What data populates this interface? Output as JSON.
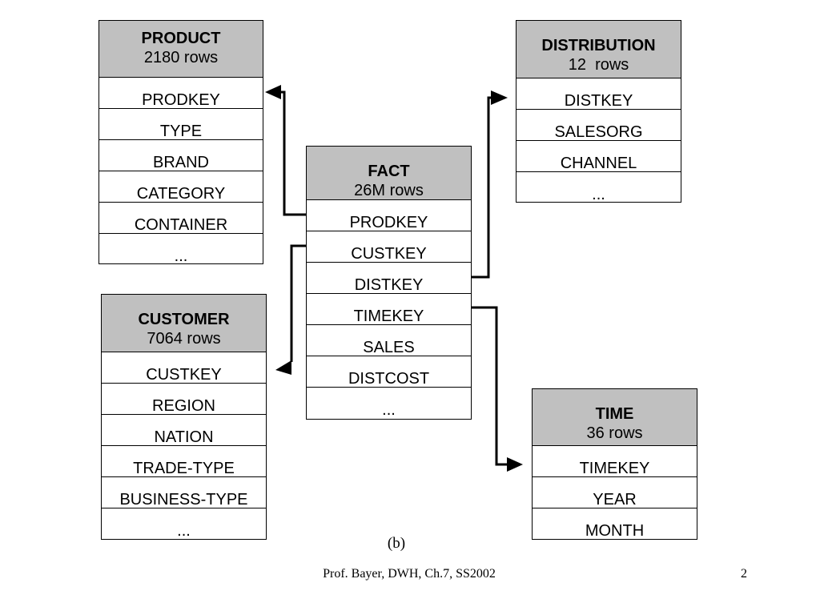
{
  "tables": {
    "product": {
      "name": "PRODUCT",
      "count": "2180 rows",
      "fields": [
        "PRODKEY",
        "TYPE",
        "BRAND",
        "CATEGORY",
        "CONTAINER",
        "..."
      ]
    },
    "customer": {
      "name": "CUSTOMER",
      "count": "7064 rows",
      "fields": [
        "CUSTKEY",
        "REGION",
        "NATION",
        "TRADE-TYPE",
        "BUSINESS-TYPE",
        "..."
      ]
    },
    "fact": {
      "name": "FACT",
      "count": "26M rows",
      "fields": [
        "PRODKEY",
        "CUSTKEY",
        "DISTKEY",
        "TIMEKEY",
        "SALES",
        "DISTCOST",
        "..."
      ]
    },
    "distribution": {
      "name": "DISTRIBUTION",
      "count": "12  rows",
      "fields": [
        "DISTKEY",
        "SALESORG",
        "CHANNEL",
        "..."
      ]
    },
    "time": {
      "name": "TIME",
      "count": "36 rows",
      "fields": [
        "TIMEKEY",
        "YEAR",
        "MONTH"
      ]
    }
  },
  "caption": "(b)",
  "footer": "Prof. Bayer, DWH, Ch.7, SS2002",
  "page_number": "2"
}
